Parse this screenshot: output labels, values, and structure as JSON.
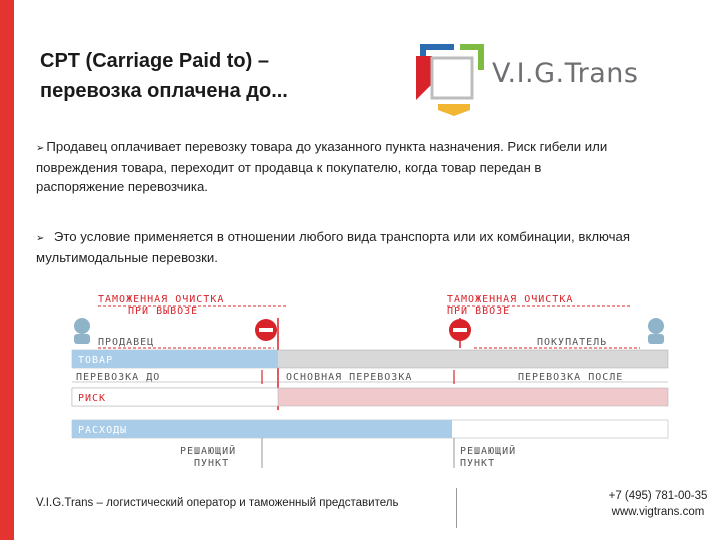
{
  "slide": {
    "title_line1": "CPT (Carriage Paid to) –",
    "title_line2": "перевозка оплачена до...",
    "logo_text": "V.I.G.Trans",
    "bullet_glyph": "➢",
    "paragraph1": "Продавец оплачивает перевозку товара до указанного пункта назначения. Риск гибели или повреждения товара, переходит от продавца к покупателю, когда товар передан в распоряжение перевозчика.",
    "paragraph2": "Это условие применяется в отношении любого вида транспорта или их комбинации, включая мультимодальные перевозки."
  },
  "diagram": {
    "customs_export": [
      "ТАМОЖЕННАЯ ОЧИСТКА",
      "ПРИ ВЫВОЗЕ"
    ],
    "customs_import": [
      "ТАМОЖЕННАЯ ОЧИСТКА",
      "ПРИ ВВОЗЕ"
    ],
    "seller": "ПРОДАВЕЦ",
    "buyer": "ПОКУПАТЕЛЬ",
    "row_goods": "ТОВАР",
    "row_transport_before": "ПЕРЕВОЗКА ДО",
    "row_transport_main": "ОСНОВНАЯ ПЕРЕВОЗКА",
    "row_transport_after": "ПЕРЕВОЗКА ПОСЛЕ",
    "row_risk": "РИСК",
    "row_costs": "РАСХОДЫ",
    "decisive_point_left": [
      "РЕШАЮЩИЙ",
      "ПУНКТ"
    ],
    "decisive_point_right": [
      "РЕШАЮЩИЙ",
      "ПУНКТ"
    ],
    "colors": {
      "red": "#d8232a",
      "pink_bar": "#f0c9cc",
      "grey_bar": "#d8d8d8",
      "blue_bar": "#a9cde8",
      "label_blue": "#2a6bb0",
      "label_dark": "#555555"
    }
  },
  "footer": {
    "company": "V.I.G.Trans – логистический оператор и таможенный представитель",
    "phone": "+7 (495) 781-00-35",
    "website": "www.vigtrans.com"
  }
}
